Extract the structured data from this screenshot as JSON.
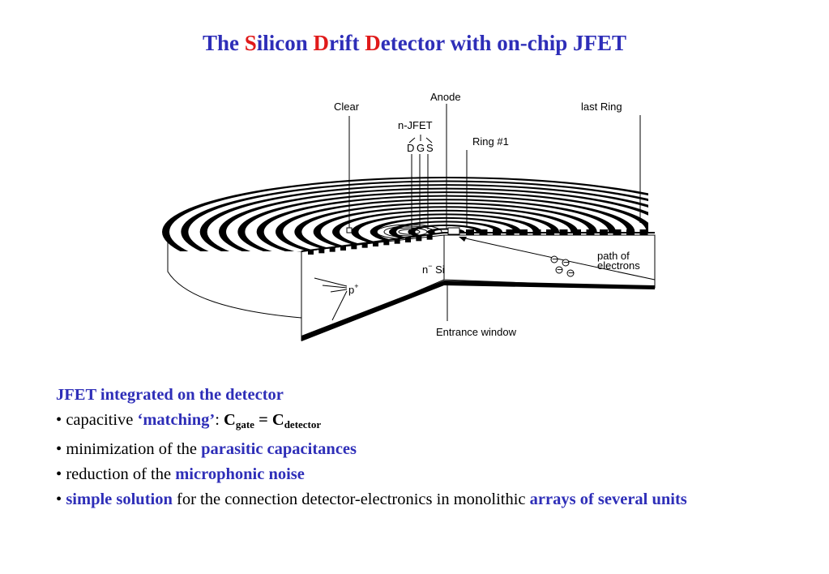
{
  "title": {
    "p1": "The ",
    "s_red": "S",
    "p2": "ilicon ",
    "d1_red": "D",
    "p3": "rift ",
    "d2_red": "D",
    "p4": "etector with on-chip JFET"
  },
  "diagram": {
    "labels": {
      "clear": "Clear",
      "anode": "Anode",
      "last_ring": "last Ring",
      "n_jfet": "n-JFET",
      "d": "D",
      "g": "G",
      "s": "S",
      "ring1": "Ring #1",
      "path_line1": "path of",
      "path_line2": "electrons",
      "electron": "−",
      "n_si_base": "n",
      "n_si_sup": "−",
      "n_si_rest": " Si",
      "p_base": "p",
      "p_sup": "+",
      "entrance": "Entrance window"
    }
  },
  "bullets": {
    "heading": "JFET integrated on the detector",
    "b1": {
      "bullet": "•",
      "plain1": " capacitive ",
      "hl1": "‘matching’",
      "plain2": ": ",
      "c1": "C",
      "sub1": "gate",
      "eq": " = C",
      "sub2": "detector"
    },
    "b2": {
      "bullet": "•",
      "plain1": " minimization of the ",
      "hl1": "parasitic capacitances"
    },
    "b3": {
      "bullet": "•",
      "plain1": " reduction of the ",
      "hl1": "microphonic noise"
    },
    "b4": {
      "bullet": "•",
      "plain0": " ",
      "hl1": "simple solution",
      "plain1": " for the connection detector-electronics in monolithic ",
      "hl2": "arrays of several units"
    }
  },
  "colors": {
    "title_blue": "#2e2eb8",
    "title_red": "#e01a1a",
    "highlight_blue": "#2e2eb8"
  }
}
